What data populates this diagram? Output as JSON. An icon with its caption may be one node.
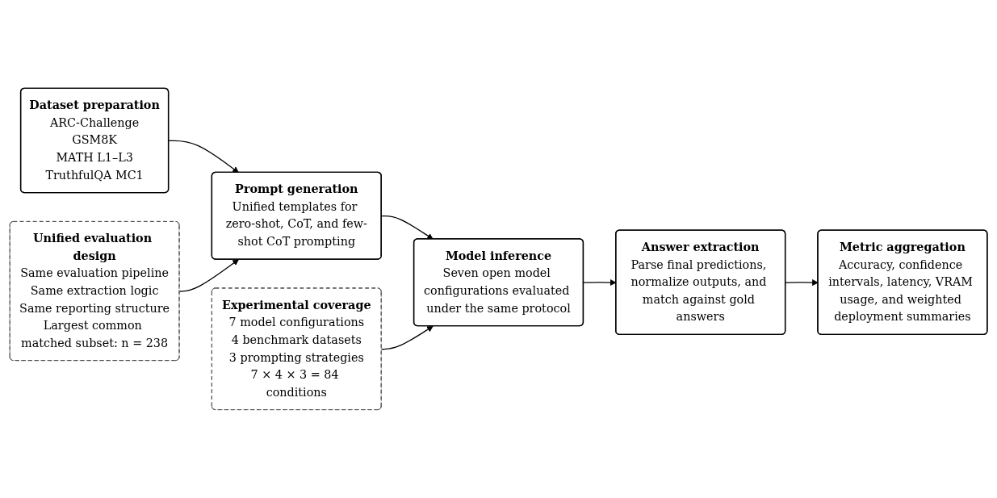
{
  "diagram": {
    "nodes": [
      {
        "text": [
          "Dataset preparation",
          "ARC-Challenge",
          "GSM8K",
          "MATH L1–L3",
          "TruthfulQA MC1"
        ]
      },
      {
        "text": [
          "Prompt generation",
          "Unified templates for zero-shot, CoT, and few-shot CoT prompting"
        ]
      },
      {
        "text": [
          "Model inference",
          "Seven open model configurations evaluated under the same protocol"
        ]
      },
      {
        "text": [
          "Answer extraction",
          "Parse final predictions, normalize outputs, and match against gold answers"
        ]
      },
      {
        "text": [
          "Unified evaluation design",
          "Same evaluation pipeline",
          "Same extraction logic",
          "Same reporting structure",
          "Largest common matched subset: n = 238"
        ]
      },
      {
        "text": [
          "Experimental coverage",
          "7 model configurations",
          "4 benchmark datasets",
          "3 prompting strategies",
          "7 × 4 × 3 = 84 conditions"
        ]
      },
      {
        "text": [
          "Metric aggregation",
          "Accuracy, confidence intervals, latency, VRAM usage, and weighted deployment summaries"
        ]
      }
    ],
    "edges": [
      {
        "from": 0,
        "to": 1,
        "arrow": "to"
      },
      {
        "from": 1,
        "to": 2,
        "arrow": "to"
      },
      {
        "from": 2,
        "to": 3,
        "arrow": "to"
      },
      {
        "from": 4,
        "to": 1,
        "arrow": "to"
      },
      {
        "from": 5,
        "to": 2,
        "arrow": "to"
      },
      {
        "from": 3,
        "to": 6,
        "arrow": "to"
      }
    ]
  }
}
